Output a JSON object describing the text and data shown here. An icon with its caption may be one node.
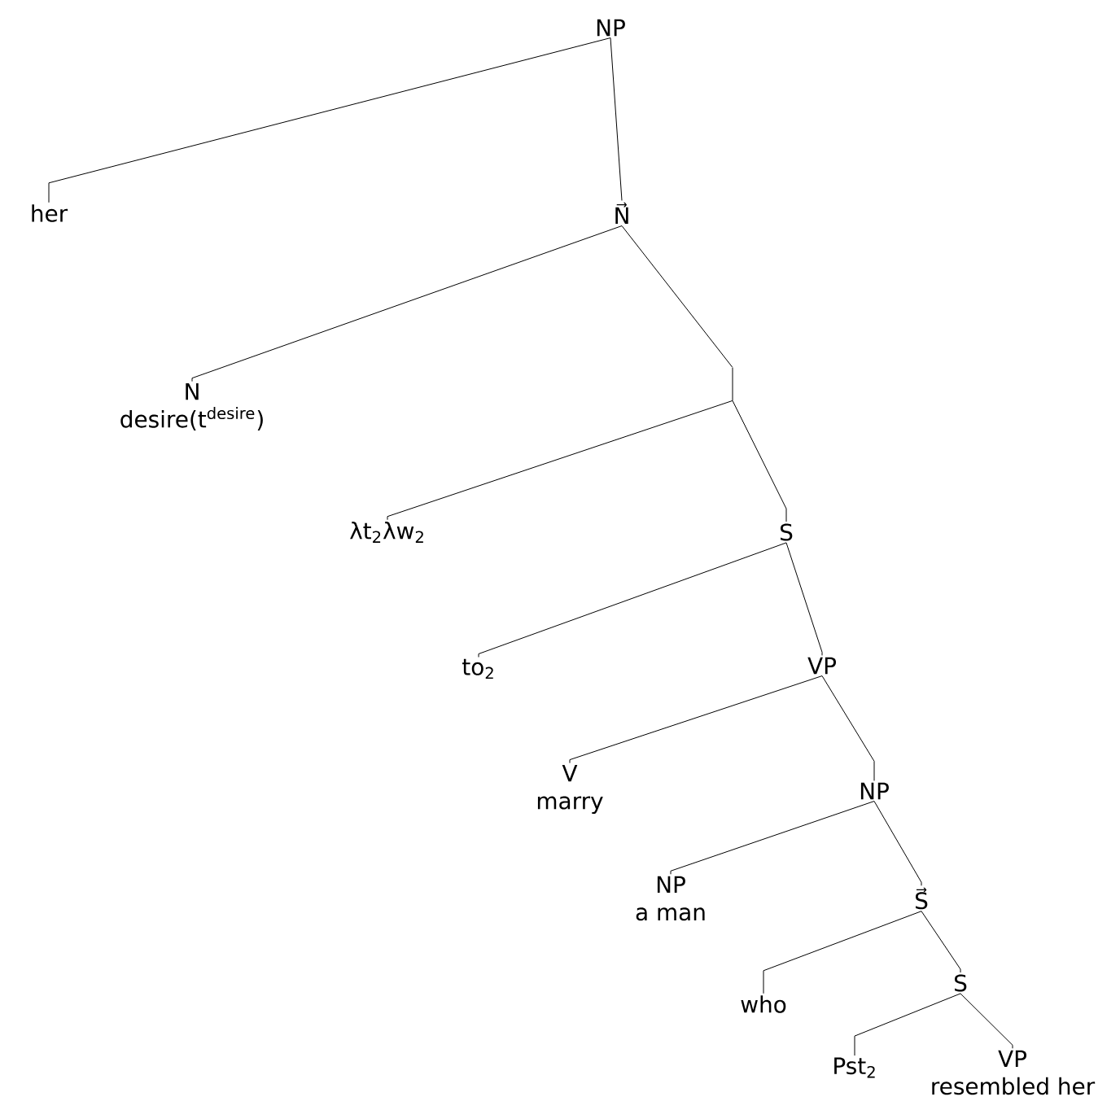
{
  "diagram": {
    "nodes": [
      {
        "text": [
          "NP"
        ]
      },
      {
        "text": [
          "her"
        ]
      },
      {
        "text": [
          "N⃗"
        ]
      },
      {
        "text": [
          "N",
          "desire(t$^{desire}$)"
        ]
      },
      {
        "text": [],
        "shape": "bar"
      },
      {
        "text": [
          "λt$_{2}$λw$_{2}$"
        ]
      },
      {
        "text": [
          "S"
        ]
      },
      {
        "text": [
          "to$_{2}$"
        ]
      },
      {
        "text": [
          "VP"
        ]
      },
      {
        "text": [
          "V",
          "marry"
        ]
      },
      {
        "text": [
          "NP"
        ]
      },
      {
        "text": [
          "NP",
          "a man"
        ]
      },
      {
        "text": [
          "S⃗"
        ]
      },
      {
        "text": [
          "who"
        ]
      },
      {
        "text": [
          "S"
        ]
      },
      {
        "text": [
          "Pst$_{2}$"
        ]
      },
      {
        "text": [
          "VP",
          "resembled her"
        ]
      }
    ],
    "edges": [
      {
        "from": 0,
        "to": 1,
        "arrow": "none"
      },
      {
        "from": 0,
        "to": 2,
        "arrow": "none"
      },
      {
        "from": 2,
        "to": 3,
        "arrow": "none"
      },
      {
        "from": 2,
        "to": 4,
        "arrow": "none"
      },
      {
        "from": 4,
        "to": 5,
        "arrow": "none"
      },
      {
        "from": 4,
        "to": 6,
        "arrow": "none"
      },
      {
        "from": 6,
        "to": 7,
        "arrow": "none"
      },
      {
        "from": 6,
        "to": 8,
        "arrow": "none"
      },
      {
        "from": 8,
        "to": 9,
        "arrow": "none"
      },
      {
        "from": 8,
        "to": 10,
        "arrow": "none"
      },
      {
        "from": 10,
        "to": 11,
        "arrow": "none"
      },
      {
        "from": 10,
        "to": 12,
        "arrow": "none"
      },
      {
        "from": 12,
        "to": 13,
        "arrow": "none"
      },
      {
        "from": 12,
        "to": 14,
        "arrow": "none"
      },
      {
        "from": 14,
        "to": 15,
        "arrow": "none"
      },
      {
        "from": 14,
        "to": 16,
        "arrow": "none"
      }
    ]
  }
}
